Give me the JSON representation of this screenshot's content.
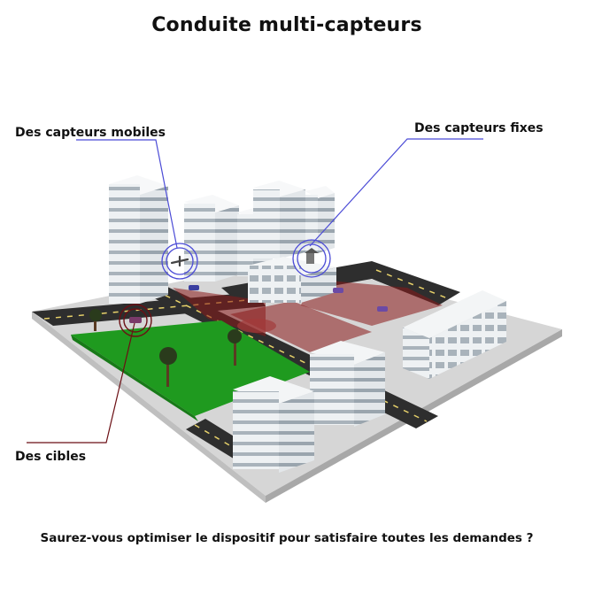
{
  "title": "Conduite multi-capteurs",
  "labels": {
    "mobile_sensors": "Des capteurs mobiles",
    "fixed_sensors": "Des capteurs fixes",
    "targets": "Des cibles"
  },
  "footer": "Saurez-vous optimiser le dispositif pour satisfaire toutes les demandes ?",
  "colors": {
    "sensor_blue": "#4b4bd6",
    "target_red": "#6b0f14",
    "park_green": "#1f9a1f",
    "coverage_red": "#8b1a1a",
    "road": "#2e2e2e",
    "base": "#d9d9d9"
  },
  "icons": [
    "drone-icon",
    "fixed-sensor-icon",
    "target-vehicle-icon",
    "tree-icon"
  ]
}
